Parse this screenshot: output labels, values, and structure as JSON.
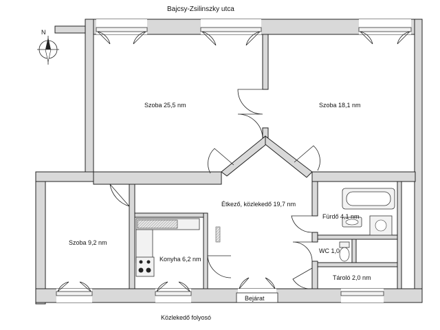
{
  "street_label": "Bajcsy-Zsilinszky utca",
  "corridor_label": "Közlekedő folyosó",
  "entrance_label": "Bejárat",
  "compass": {
    "north_label": "N"
  },
  "rooms": {
    "szoba_25": "Szoba 25,5 nm",
    "szoba_18": "Szoba 18,1 nm",
    "szoba_9": "Szoba 9,2 nm",
    "etkezo": "Étkező, közlekedő 19,7 nm",
    "konyha": "Konyha 6,2 nm",
    "furdo": "Fürdő 4,1 nm",
    "wc": "WC 1,0",
    "tarolo": "Tároló 2,0 nm"
  },
  "colors": {
    "wall_fill": "#d9d9d9",
    "line": "#222222",
    "background": "#ffffff"
  }
}
